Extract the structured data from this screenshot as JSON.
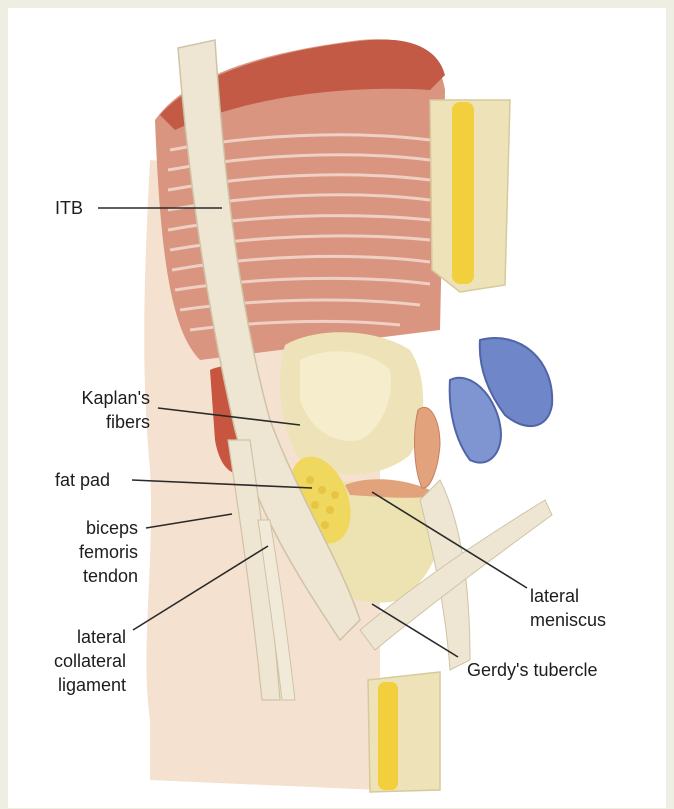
{
  "labels": {
    "itb": "ITB",
    "kaplans_fibers": [
      "Kaplan's",
      "fibers"
    ],
    "fat_pad": "fat pad",
    "biceps_femoris_tendon": [
      "biceps",
      "femoris",
      "tendon"
    ],
    "lateral_collateral_ligament": [
      "lateral",
      "collateral",
      "ligament"
    ],
    "lateral_meniscus": [
      "lateral",
      "meniscus"
    ],
    "gerdys_tubercle": "Gerdy's tubercle"
  },
  "colors": {
    "background": "#efeee2",
    "muscle": "#d99580",
    "muscle_dark": "#c25a45",
    "tendon": "#eee6d2",
    "bone": "#eee3b8",
    "marrow": "#f2cf3c",
    "fat": "#f0d85e",
    "meniscus": "#e2a27c",
    "bursa": "#6f86c8",
    "skin": "#f4e1cf"
  }
}
